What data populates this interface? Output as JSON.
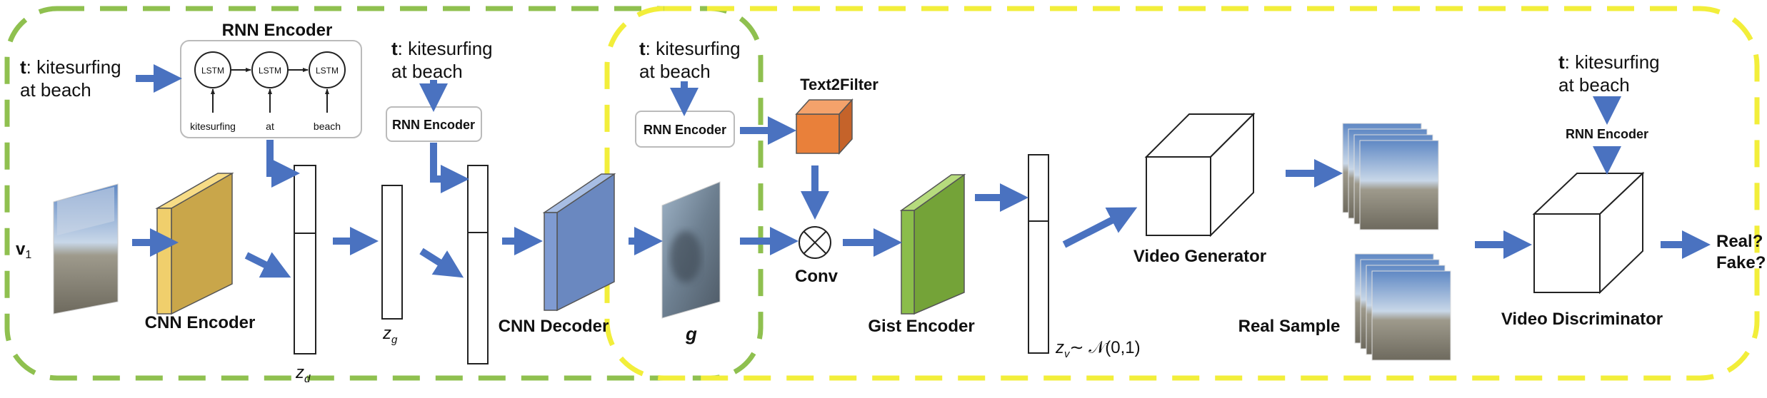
{
  "colors": {
    "green_region": "#8fc04f",
    "yellow_region": "#f2ee3a",
    "arrow": "#4a72c0",
    "cnn_encoder": "#f0cf6c",
    "cnn_decoder": "#7f9bd2",
    "text2filter": "#e9803a",
    "gist_encoder": "#8bbd4a",
    "sky": "#8fb0d6",
    "sand": "#8a8576"
  },
  "text_inputs": {
    "left": [
      "t: kitesurfing",
      "at beach"
    ],
    "mid": [
      "t: kitesurfing",
      "at beach"
    ],
    "gist": [
      "t: kitesurfing",
      "at beach"
    ],
    "disc": [
      "t: kitesurfing",
      "at beach"
    ]
  },
  "rnn_encoder_main": {
    "title": "RNN Encoder",
    "cell_label": "LSTM",
    "words": [
      "kitesurfing",
      "at",
      "beach"
    ]
  },
  "rnn_encoder_label": "RNN Encoder",
  "v1_label": "v",
  "v1_subscript": "1",
  "cnn_encoder_label": "CNN Encoder",
  "cnn_decoder_label": "CNN Decoder",
  "zd_label": "z",
  "zd_subscript": "d",
  "zg_label": "z",
  "zg_subscript": "g",
  "g_label": "g",
  "text2filter_label": "Text2Filter",
  "conv_label": "Conv",
  "conv_symbol": "⊗",
  "gist_encoder_label": "Gist Encoder",
  "zv_label": "z",
  "zv_subscript": "v",
  "zv_dist": "∼ 𝒩(0,1)",
  "video_generator_label": "Video Generator",
  "real_sample_label": "Real Sample",
  "video_discriminator_label": "Video Discriminator",
  "output_label": [
    "Real?",
    "Fake?"
  ]
}
